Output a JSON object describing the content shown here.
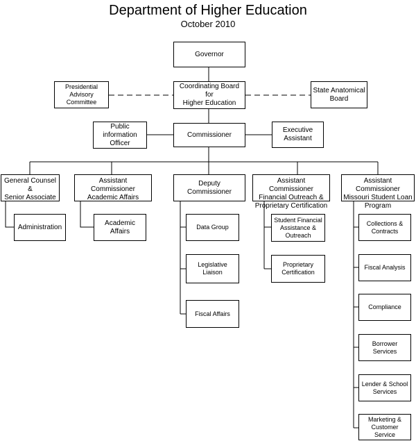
{
  "header": {
    "title": "Department of Higher Education",
    "subtitle": "October 2010"
  },
  "boxes": {
    "governor": "Governor",
    "presidential_advisory": "Presidential\nAdvisory\nCommittee",
    "coordinating_board": "Coordinating Board for\nHigher Education",
    "state_anatomical": "State Anatomical\nBoard",
    "public_information": "Public\ninformation\nOfficer",
    "commissioner": "Commissioner",
    "executive_assistant": "Executive\nAssistant",
    "general_counsel": "General Counsel &\nSenior Associate",
    "ac_academic": "Assistant Commissioner\nAcademic Affairs",
    "deputy": "Deputy Commissioner",
    "ac_financial": "Assistant Commissioner\nFinancial Outreach &\nProprietary Certification",
    "ac_loan": "Assistant Commissioner\nMissouri Student Loan\nProgram",
    "administration": "Administration",
    "academic_affairs": "Academic Affairs",
    "data_group": "Data Group",
    "legislative_liaison": "Legislative\nLiaison",
    "fiscal_affairs": "Fiscal Affairs",
    "student_financial": "Student Financial\nAssistance &\nOutreach",
    "proprietary_cert": "Proprietary\nCertification",
    "collections": "Collections &\nContracts",
    "fiscal_analysis": "Fiscal Analysis",
    "compliance": "Compliance",
    "borrower": "Borrower\nServices",
    "lender_school": "Lender & School\nServices",
    "marketing": "Marketing &\nCustomer\nService"
  }
}
